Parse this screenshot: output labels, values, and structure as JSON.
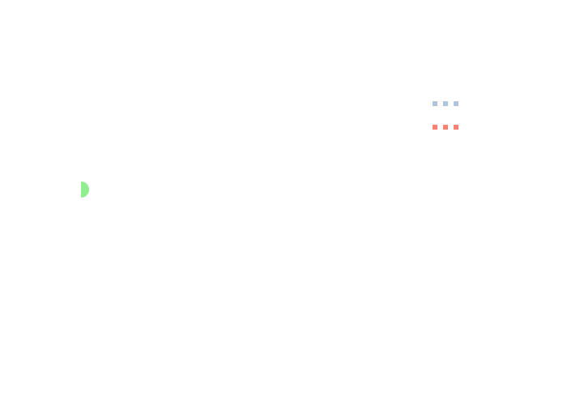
{
  "canvas": {
    "background": "#ffffff"
  },
  "legend": {
    "entries": [
      {
        "icon": "dotted-line-marker",
        "color": "#b0c4de"
      },
      {
        "icon": "dotted-line-marker",
        "color": "#fa8072"
      }
    ]
  },
  "shapes": {
    "half_disc": {
      "icon": "half-circle",
      "color": "#90ee90"
    }
  }
}
